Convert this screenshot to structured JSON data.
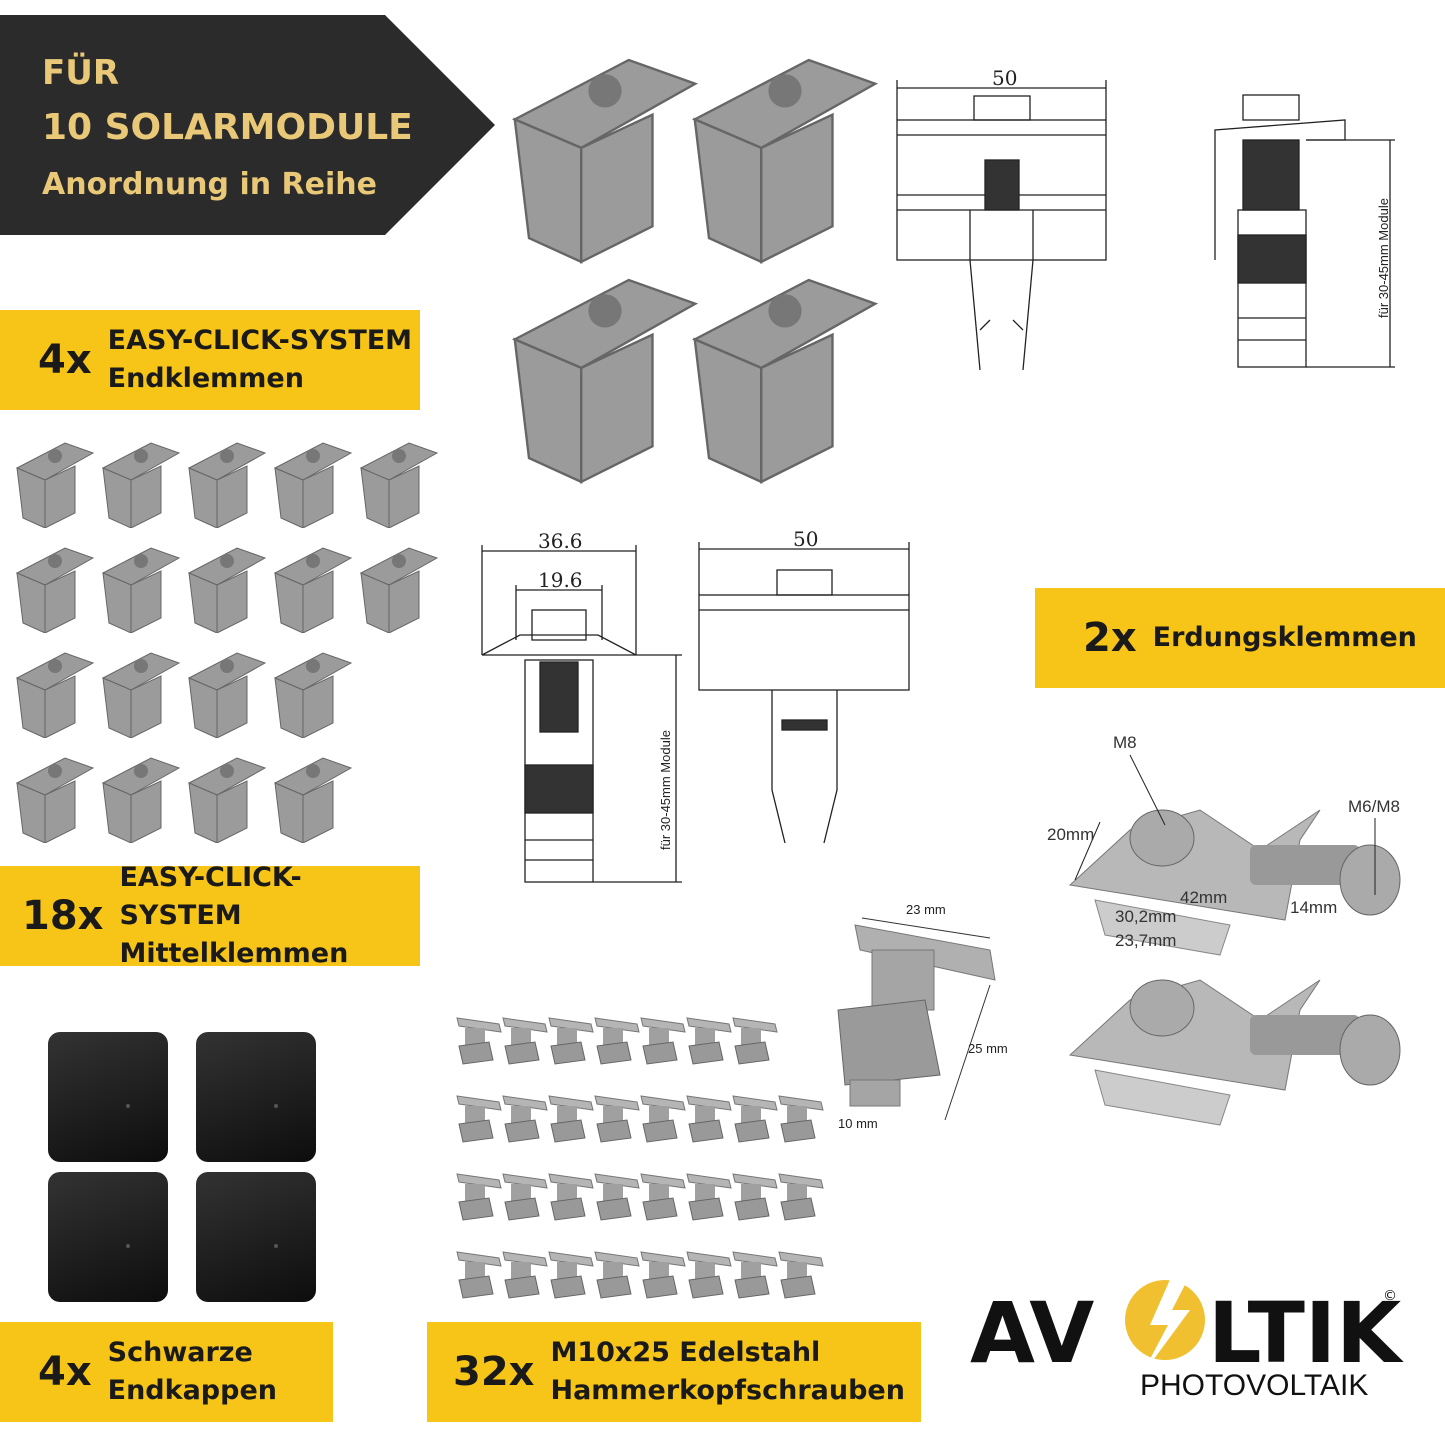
{
  "hero": {
    "line1": "FÜR",
    "line2": "10 SOLARMODULE",
    "line3": "Anordnung in Reihe"
  },
  "banners": [
    {
      "qty": "4x",
      "line1": "EASY-CLICK-SYSTEM",
      "line2": "Endklemmen"
    },
    {
      "qty": "18x",
      "line1": "EASY-CLICK-SYSTEM",
      "line2": "Mittelklemmen"
    },
    {
      "qty": "4x",
      "line1": "Schwarze",
      "line2": "Endkappen"
    },
    {
      "qty": "32x",
      "line1": "M10x25 Edelstahl",
      "line2": "Hammerkopfschrauben"
    },
    {
      "qty": "2x",
      "line1": "Erdungsklemmen",
      "line2": ""
    }
  ],
  "drawings": {
    "top_width": "50",
    "side_label": "für 30-45mm Module",
    "mid_outer": "36.6",
    "mid_inner": "19.6",
    "mid_side_label": "für 30-45mm Module",
    "mid_front_width": "50"
  },
  "bolt_dims": {
    "head": "23 mm",
    "length": "25 mm",
    "thread": "10 mm"
  },
  "ground_dims": {
    "bolt1": "M8",
    "bolt2": "M6/M8",
    "width": "20mm",
    "length": "42mm",
    "height": "14mm",
    "base1": "30,2mm",
    "base2": "23,7mm"
  },
  "logo": {
    "brand": "AVOLTIK",
    "sub": "PHOTOVOLTAIK",
    "copyright": "©"
  },
  "colors": {
    "yellow": "#f6c517",
    "dark": "#2b2b2b",
    "gold": "#e9c878"
  }
}
